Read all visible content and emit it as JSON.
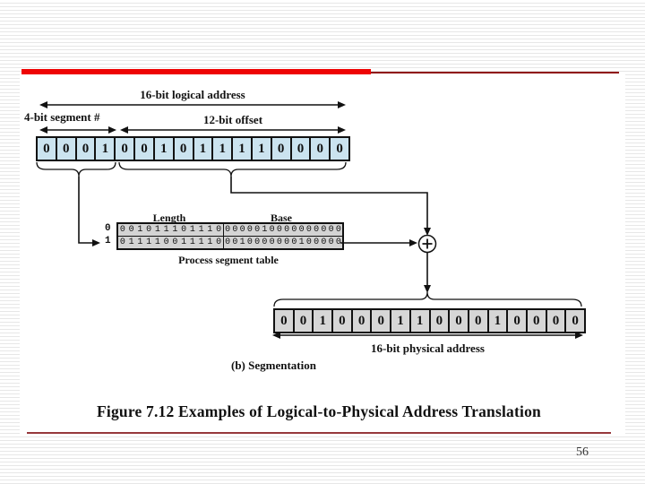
{
  "slide": {
    "caption": "Figure 7.12  Examples of Logical-to-Physical Address Translation",
    "sub_caption": "(b) Segmentation",
    "page_number": "56"
  },
  "diagram": {
    "logical_address": {
      "label": "16-bit logical address",
      "segment_label": "4-bit segment #",
      "offset_label": "12-bit offset",
      "bits": "0001001011110000"
    },
    "segment_table": {
      "title": "Process segment table",
      "length_header": "Length",
      "base_header": "Base",
      "rows": [
        {
          "index": "0",
          "length": "001011101110",
          "base": "0000010000000000"
        },
        {
          "index": "1",
          "length": "011110011110",
          "base": "0010000000100000"
        }
      ]
    },
    "adder": {
      "symbol": "+"
    },
    "physical_address": {
      "label": "16-bit physical address",
      "bits": "0010001100010000"
    }
  },
  "colors": {
    "accent_red": "#ee0404",
    "divider_maroon": "#96383c",
    "logical_cell_bg": "#cbe3ef",
    "physical_cell_bg": "#d6d6d6"
  }
}
